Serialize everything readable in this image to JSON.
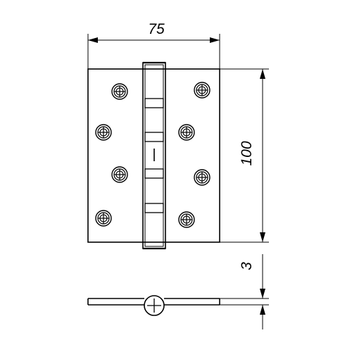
{
  "dimensions": {
    "width": "75",
    "height": "100",
    "thickness": "3"
  },
  "colors": {
    "line": "#000000",
    "background": "#ffffff"
  }
}
